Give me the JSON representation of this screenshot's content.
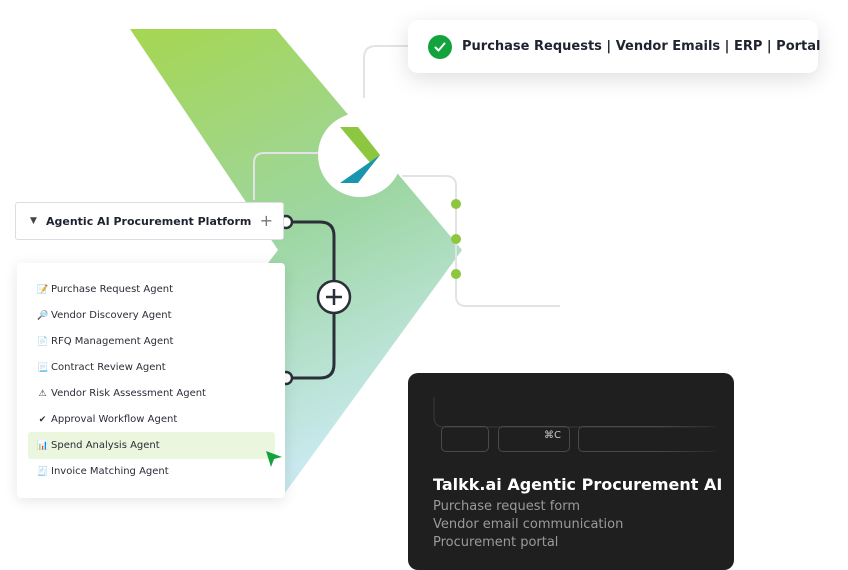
{
  "top_pill": {
    "text": "Purchase Requests | Vendor Emails | ERP | Portal",
    "icon": "check-circle-icon"
  },
  "platform": {
    "title": "Agentic AI Procurement Platform",
    "caret": "▼",
    "plus": "+"
  },
  "agents": [
    {
      "icon": "📝",
      "icon_name": "memo-icon",
      "label": "Purchase Request Agent"
    },
    {
      "icon": "🔎",
      "icon_name": "magnifier-icon",
      "label": "Vendor Discovery Agent"
    },
    {
      "icon": "📄",
      "icon_name": "document-icon",
      "label": "RFQ Management Agent"
    },
    {
      "icon": "📃",
      "icon_name": "contract-icon",
      "label": "Contract Review Agent"
    },
    {
      "icon": "⚠",
      "icon_name": "warning-icon",
      "label": "Vendor Risk Assessment Agent"
    },
    {
      "icon": "✔",
      "icon_name": "checkmark-icon",
      "label": "Approval Workflow Agent"
    },
    {
      "icon": "📊",
      "icon_name": "bar-chart-icon",
      "label": "Spend Analysis Agent",
      "selected": true
    },
    {
      "icon": "🧾",
      "icon_name": "receipt-icon",
      "label": "Invoice Matching Agent"
    }
  ],
  "dark_card": {
    "key_glyph": "⌘C",
    "title": "Talkk.ai Agentic Procurement AI",
    "lines": [
      "Purchase request form",
      "Vendor email communication",
      "Procurement portal"
    ]
  },
  "colors": {
    "accent_green": "#8dc63f",
    "check_green": "#12a33c",
    "teal": "#1a95b0",
    "dark_card": "#1f1f20",
    "selected_bg": "#eaf6dd"
  }
}
